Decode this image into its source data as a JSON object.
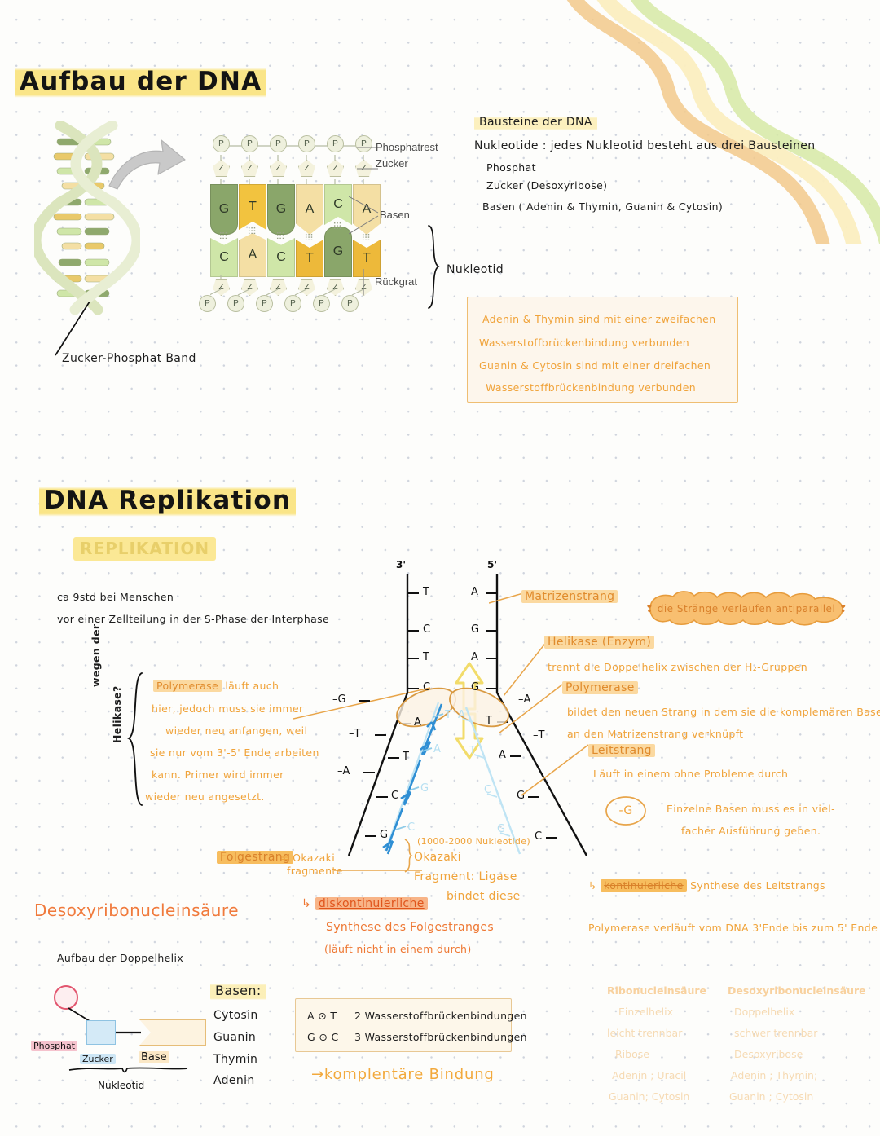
{
  "page": {
    "section1_title": "Aufbau der DNA",
    "section2_title": "DNA Replikation"
  },
  "dna_structure": {
    "helix_label": "Zucker-Phosphat Band",
    "ladder": {
      "top_strand": [
        "G",
        "T",
        "G",
        "A",
        "C",
        "A"
      ],
      "bottom_strand": [
        "C",
        "A",
        "C",
        "T",
        "G",
        "T"
      ],
      "phosphate_symbol": "P",
      "sugar_symbol": "Z",
      "labels": {
        "phosphate": "Phosphatrest",
        "sugar": "Zucker",
        "bases": "Basen",
        "backbone": "Rückgrat",
        "nucleotide": "Nukleotid"
      }
    },
    "building_blocks": {
      "heading": "Bausteine der DNA",
      "intro": "Nukleotide : jedes Nukleotid besteht aus drei Bausteinen",
      "items": [
        "Phosphat",
        "Zucker (Desoxyribose)",
        "Basen ( Adenin & Thymin, Guanin & Cytosin)"
      ]
    },
    "hbond_box": [
      "Adenin & Thymin   sind mit   einer  zweifachen",
      "Wasserstoffbrückenbindung   verbunden",
      "Guanin & Cytosin   sind mit  einer  dreifachen",
      "Wasserstoffbrückenbindung   verbunden"
    ]
  },
  "replication": {
    "subtitle": "REPLIKATION",
    "notes": [
      "ca 9std bei Menschen",
      "vor einer Zellteilung in der S-Phase der Interphase"
    ],
    "side_question": [
      "wegen der",
      "Helikase?"
    ],
    "polymerase_left": {
      "label": "Polymerase",
      "lines": [
        "läuft auch",
        "hier, jedoch muss sie immer",
        "wieder neu anfangen, weil",
        "sie nur vom 3'-5' Ende arbeiten",
        "kann. Primer wird immer",
        "wieder neu angesetzt."
      ]
    },
    "fork": {
      "left_prime": "3'",
      "right_prime": "5'",
      "left_template_top": [
        "T",
        "C",
        "T",
        "C"
      ],
      "left_template_fork": [
        "A",
        "T",
        "C",
        "G"
      ],
      "left_outer": [
        "G",
        "T",
        "A"
      ],
      "left_new_strand": [
        "T",
        "A",
        "G",
        "C"
      ],
      "right_template_top": [
        "A",
        "G",
        "A",
        "G"
      ],
      "right_template_fork": [
        "T",
        "A",
        "G",
        "C"
      ],
      "right_outer": [
        "A",
        "T"
      ],
      "right_new_strand": [
        "A",
        "T",
        "C",
        "G"
      ]
    },
    "annotations": {
      "matrizenstrang": "Matrizenstrang",
      "helikase_label": "Helikase (Enzym)",
      "helikase_text": "trennt die Doppelhelix zwischen der H₂-Gruppen",
      "polymerase_label": "Polymerase",
      "polymerase_text1": "bildet den neuen Strang in dem sie die komplemären Basen",
      "polymerase_text2": "an den Matrizenstrang verknüpft",
      "leitstrang_label": "Leitstrang",
      "leitstrang_text": "Läuft in einem ohne Probleme durch",
      "bubble": "die Stränge verlaufen antiparallel",
      "g_circle": "-G",
      "g_text1": "Einzelne Basen muss es in viel-",
      "g_text2": "facher Ausführung geben.",
      "kontinuierlich_arrow": "↳",
      "kontinuierlich_hl": "kontinuierliche",
      "kontinuierlich_rest": "Synthese  des  Leitstrangs",
      "polymerase_direction": "Polymerase verläuft vom DNA 3'Ende bis zum 5' Ende"
    },
    "folgestrang": {
      "label": "Folgestrang",
      "eq": "= Okazaki",
      "eq2": "fragmente",
      "okazaki_count": "(1000-2000 Nukleotide)",
      "okazaki1": "Okazaki",
      "okazaki2": "Fragment: Ligase",
      "okazaki3": "bindet diese",
      "disk_arrow": "↳",
      "disk_hl": "diskontinuierliche",
      "disk_line2": "Synthese des Folgestranges",
      "disk_line3": "(läuft nicht in einem durch)"
    }
  },
  "bottom": {
    "title": "Desoxyribonucleinsäure",
    "subtitle": "Aufbau der Doppelhelix",
    "nucleotide_parts": {
      "phosphat": "Phosphat",
      "zucker": "Zucker",
      "base": "Base",
      "nukleotid": "Nukleotid"
    },
    "bases_heading": "Basen:",
    "bases_list": [
      "Cytosin",
      "Guanin",
      "Thymin",
      "Adenin"
    ],
    "bond_box": [
      {
        "pair": "A ⊙ T",
        "text": "2 Wasserstoffbrückenbindungen"
      },
      {
        "pair": "G ⊙ C",
        "text": "3 Wasserstoffbrückenbindungen"
      }
    ],
    "komplementaer": "→komplentäre  Bindung"
  },
  "ghost_table": {
    "col1": [
      "Ribonucleinsäure",
      "Einzelhelix",
      "leicht trennbar",
      "Ribose",
      "Adenin ; Uracil",
      "Guanin; Cytosin"
    ],
    "col2": [
      "Desoxyribonucleinsäure",
      "Doppelhelix",
      "schwer trennbar",
      "Desoxyribose",
      "Adenin ; Thymin;",
      "Guanin ;  Cytosin"
    ]
  },
  "colors": {
    "base_g": "#8aa66a",
    "base_t": "#f2c33f",
    "base_a": "#f4dfa4",
    "base_c": "#cfe6a8",
    "orange": "#f0a33a",
    "red_orange": "#ee7732",
    "highlight_yellow": "#fae482",
    "blue_strand": "#3f9fdc"
  }
}
